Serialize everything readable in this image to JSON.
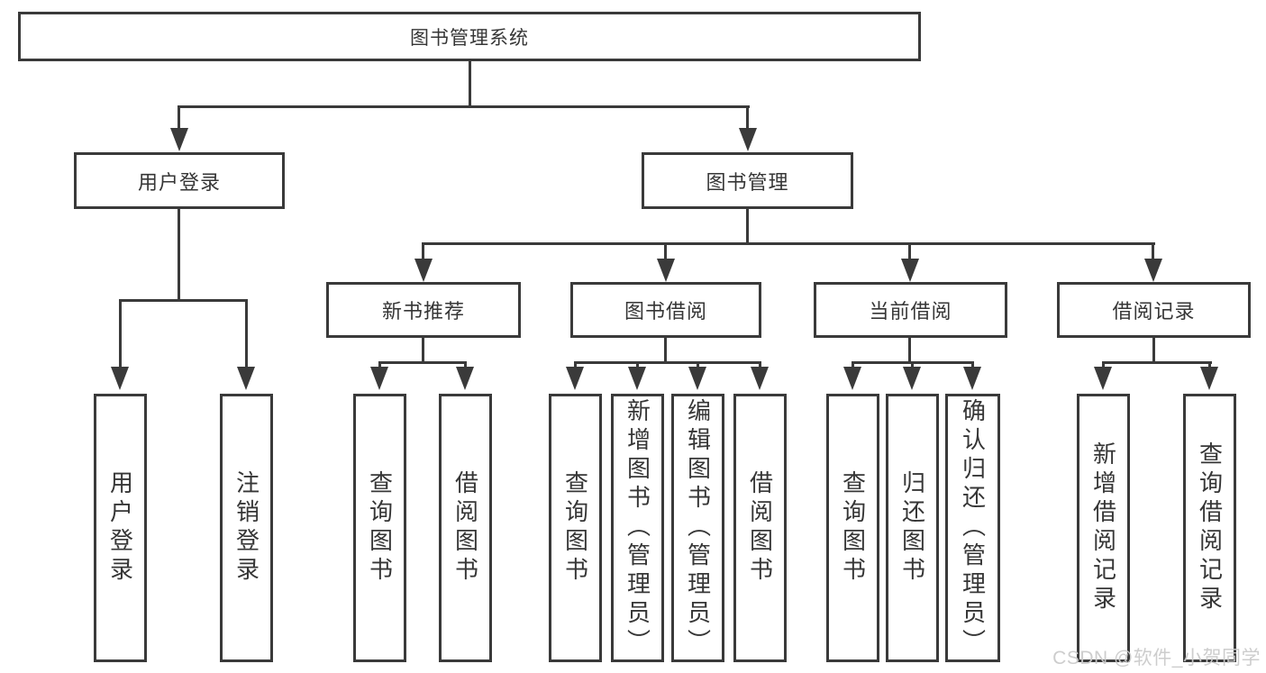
{
  "diagram": {
    "root": {
      "label": "图书管理系统"
    },
    "branches": [
      {
        "label": "用户登录",
        "children": [
          {
            "label": "用户登录"
          },
          {
            "label": "注销登录"
          }
        ]
      },
      {
        "label": "图书管理",
        "children": [
          {
            "label": "新书推荐",
            "children": [
              {
                "label": "查询图书"
              },
              {
                "label": "借阅图书"
              }
            ]
          },
          {
            "label": "图书借阅",
            "children": [
              {
                "label": "查询图书"
              },
              {
                "label": "新增图书（管理员）"
              },
              {
                "label": "编辑图书（管理员）"
              },
              {
                "label": "借阅图书"
              }
            ]
          },
          {
            "label": "当前借阅",
            "children": [
              {
                "label": "查询图书"
              },
              {
                "label": "归还图书"
              },
              {
                "label": "确认归还（管理员）"
              }
            ]
          },
          {
            "label": "借阅记录",
            "children": [
              {
                "label": "新增借阅记录"
              },
              {
                "label": "查询借阅记录"
              }
            ]
          }
        ]
      }
    ]
  },
  "watermark": {
    "text": "CSDN @软件_小贺同学"
  },
  "colors": {
    "line": "#3a3a3a",
    "text": "#363636",
    "background": "#ffffff",
    "watermark": "#cacaca"
  }
}
